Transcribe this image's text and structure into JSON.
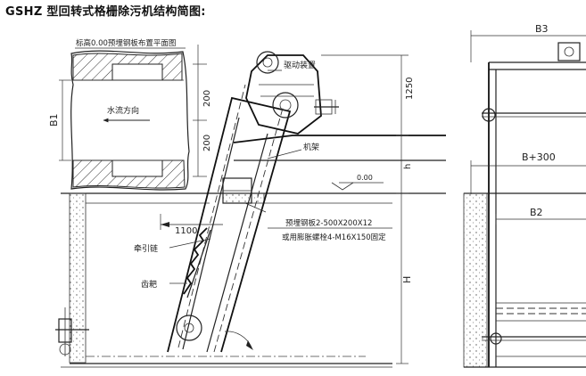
{
  "title": "GSHZ 型回转式格栅除污机结构简图:",
  "labels": {
    "plan_note": "标高0.00预埋钢板布置平面图",
    "flow_direction": "水流方向",
    "drive_unit": "驱动装置",
    "frame": "机架",
    "embedded_plate": "预埋钢板2-500X200X12",
    "expansion_bolt": "或用膨胀螺栓4-M16X150固定",
    "traction_chain": "牵引链",
    "rake_teeth": "齿耙",
    "elevation_zero": "0.00"
  },
  "dimensions": {
    "b1": "B1",
    "d200_top": "200",
    "d200_bottom": "200",
    "d1250": "1250",
    "h_small": "h",
    "h_large": "H",
    "d1100": "1100",
    "b3": "B3",
    "b_plus_300": "B+300",
    "b2": "B2"
  }
}
